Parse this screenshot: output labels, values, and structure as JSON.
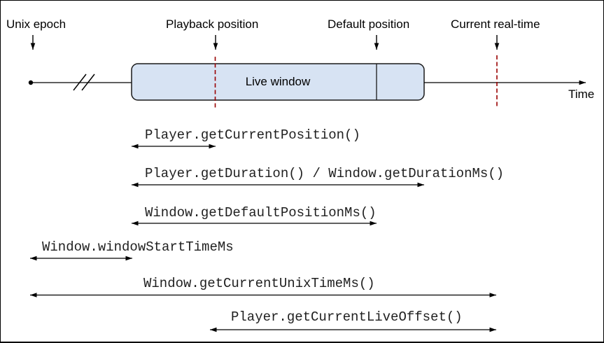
{
  "figure": {
    "type": "live-streaming-timeline-diagram",
    "labels": {
      "unix_epoch": "Unix epoch",
      "playback_position": "Playback position",
      "default_position": "Default position",
      "current_real_time": "Current real-time",
      "live_window": "Live window",
      "time_axis": "Time"
    },
    "measures": [
      {
        "id": "current-position",
        "label": "Player.getCurrentPosition()"
      },
      {
        "id": "duration",
        "label": "Player.getDuration() / Window.getDurationMs()"
      },
      {
        "id": "default-position-ms",
        "label": "Window.getDefaultPositionMs()"
      },
      {
        "id": "window-start-time",
        "label": "Window.windowStartTimeMs"
      },
      {
        "id": "current-unix-time",
        "label": "Window.getCurrentUnixTimeMs()"
      },
      {
        "id": "current-live-offset",
        "label": "Player.getCurrentLiveOffset()"
      }
    ],
    "colors": {
      "window_fill": "#d7e3f3",
      "window_border": "#1a1a1a",
      "marker_line": "#990000",
      "axis_line": "#000000",
      "text": "#1f1f1f"
    }
  }
}
